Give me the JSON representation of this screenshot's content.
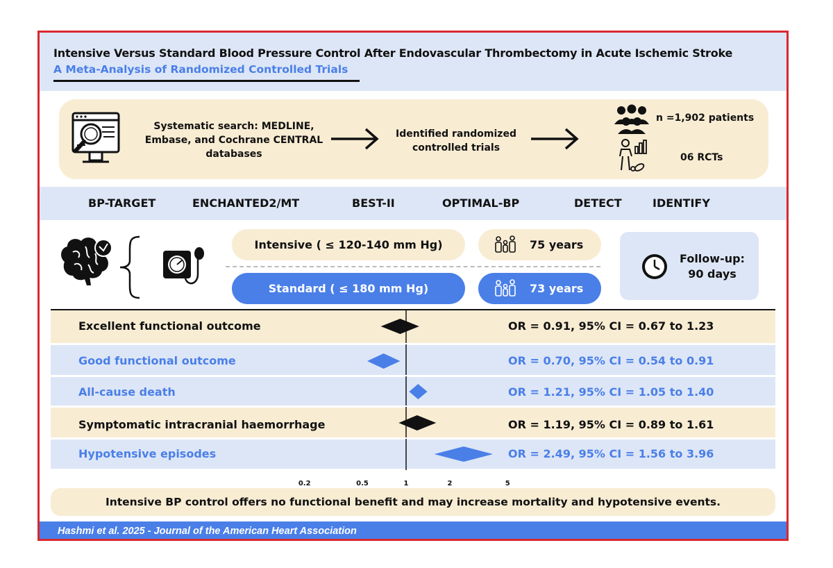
{
  "header": {
    "title": "Intensive Versus Standard Blood Pressure Control After Endovascular Thrombectomy in Acute Ischemic Stroke",
    "subtitle": "A Meta-Analysis of Randomized Controlled Trials"
  },
  "search": {
    "databases": "Systematic search: MEDLINE, Embase, and Cochrane CENTRAL databases",
    "identified": "Identified randomized controlled trials",
    "patients": "n =1,902 patients",
    "rcts": "06 RCTs",
    "icons": [
      "search-computer-icon",
      "arrow-right-icon",
      "people-group-icon",
      "patient-data-icon"
    ]
  },
  "trials": [
    "BP-TARGET",
    "ENCHANTED2/MT",
    "BEST-II",
    "OPTIMAL-BP",
    "DETECT",
    "IDENTIFY"
  ],
  "groups": {
    "intensive": {
      "label": "Intensive ( ≤ 120-140 mm Hg)",
      "age": "75 years"
    },
    "standard": {
      "label": "Standard ( ≤ 180 mm Hg)",
      "age": "73 years"
    },
    "followup": "Follow-up: 90 days",
    "icons": [
      "brain-icon",
      "brace-icon",
      "bp-monitor-icon",
      "family-icon",
      "clock-icon"
    ]
  },
  "outcomes": [
    {
      "label": "Excellent functional outcome",
      "or_text": "OR = 0.91, 95% CI = 0.67 to 1.23",
      "or": 0.91,
      "ci_low": 0.67,
      "ci_high": 1.23,
      "color": "#111111"
    },
    {
      "label": "Good functional outcome",
      "or_text": "OR = 0.70, 95% CI = 0.54 to 0.91",
      "or": 0.7,
      "ci_low": 0.54,
      "ci_high": 0.91,
      "color": "#4a7fe8"
    },
    {
      "label": "All-cause death",
      "or_text": "OR = 1.21, 95% CI = 1.05 to 1.40",
      "or": 1.21,
      "ci_low": 1.05,
      "ci_high": 1.4,
      "color": "#4a7fe8"
    },
    {
      "label": "Symptomatic intracranial haemorrhage",
      "or_text": "OR = 1.19, 95% CI = 0.89 to 1.61",
      "or": 1.19,
      "ci_low": 0.89,
      "ci_high": 1.61,
      "color": "#111111"
    },
    {
      "label": "Hypotensive episodes",
      "or_text": "OR = 2.49, 95% CI = 1.56 to 3.96",
      "or": 2.49,
      "ci_low": 1.56,
      "ci_high": 3.96,
      "color": "#4a7fe8"
    }
  ],
  "axis_ticks": [
    {
      "value": 0.2,
      "label": "0.2"
    },
    {
      "value": 0.5,
      "label": "0.5"
    },
    {
      "value": 1,
      "label": "1"
    },
    {
      "value": 2,
      "label": "2"
    },
    {
      "value": 5,
      "label": "5"
    }
  ],
  "conclusion": "Intensive BP control offers no functional benefit and may increase mortality and hypotensive events.",
  "footer": "Hashmi et al. 2025 - Journal of the American Heart Association",
  "colors": {
    "accent_blue": "#4a7fe8",
    "cream": "#f8ecd3",
    "light_blue": "#dde6f6",
    "border_red": "#d9282f"
  }
}
